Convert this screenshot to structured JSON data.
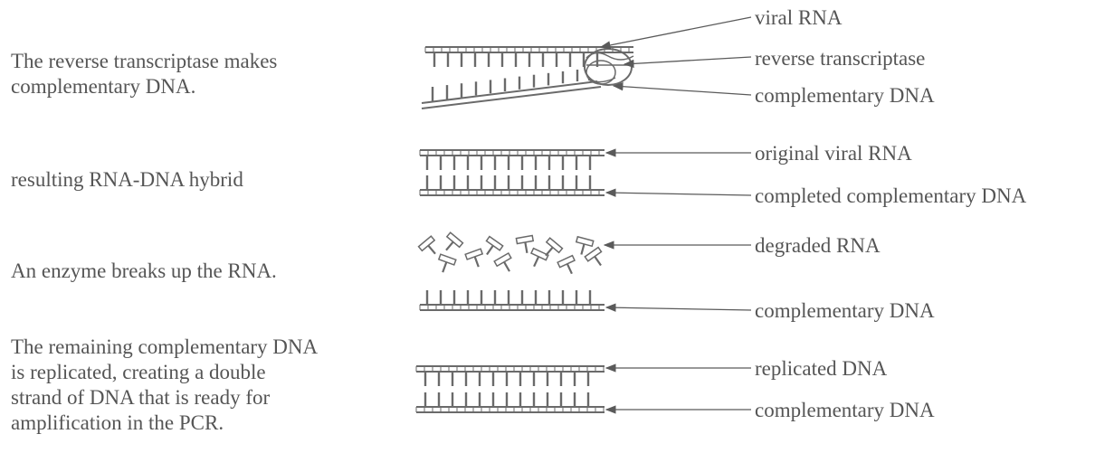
{
  "steps": [
    {
      "description": "The reverse transcriptase makes\ncomplementary DNA.",
      "labels": [
        "viral RNA",
        "reverse transcriptase",
        "complementary DNA"
      ]
    },
    {
      "description": "resulting RNA-DNA hybrid",
      "labels": [
        "original viral RNA",
        "completed complementary DNA"
      ]
    },
    {
      "description": "An enzyme breaks up the RNA.",
      "labels": [
        "degraded RNA",
        "complementary DNA"
      ]
    },
    {
      "description": "The remaining complementary DNA\nis replicated, creating a double\nstrand of DNA that is ready for\namplification in the PCR.",
      "labels": [
        "replicated DNA",
        "complementary DNA"
      ]
    }
  ],
  "colors": {
    "text": "#555555",
    "strand": "#6a6a6a"
  }
}
